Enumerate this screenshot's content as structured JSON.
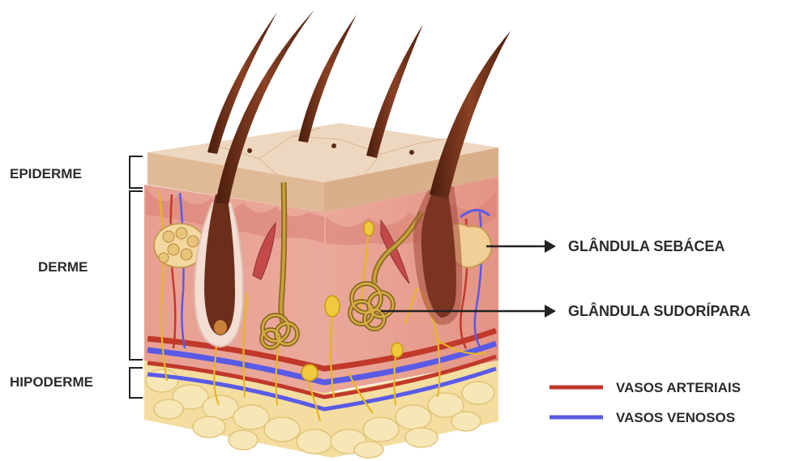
{
  "layers": {
    "epiderme": "EPIDERME",
    "derme": "DERME",
    "hipoderme": "HIPODERME"
  },
  "callouts": {
    "sebacea": "GLÂNDULA SEBÁCEA",
    "sudoripara": "GLÂNDULA SUDORÍPARA"
  },
  "legend": [
    {
      "label": "VASOS ARTERIAIS",
      "color": "#c0392b"
    },
    {
      "label": "VASOS VENOSOS",
      "color": "#5a5ae6"
    }
  ],
  "colors": {
    "epidermis": "#e6c7a8",
    "dermis": "#e59a8c",
    "hypodermis_fat": "#f3dda0",
    "hair": "#6b2e1a",
    "nerve": "#e6b820"
  }
}
